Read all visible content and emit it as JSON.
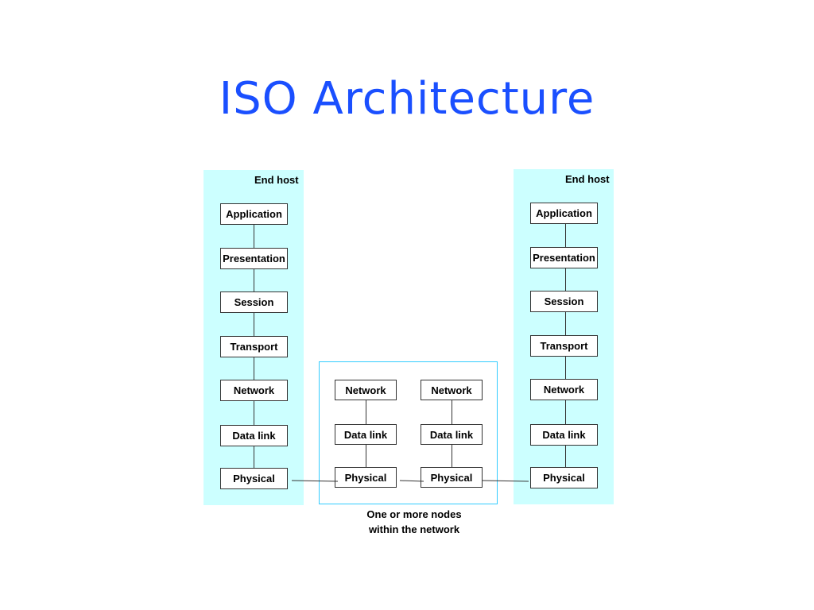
{
  "title": "ISO Architecture",
  "left_host": {
    "label": "End host",
    "layers": [
      "Application",
      "Presentation",
      "Session",
      "Transport",
      "Network",
      "Data link",
      "Physical"
    ]
  },
  "right_host": {
    "label": "End host",
    "layers": [
      "Application",
      "Presentation",
      "Session",
      "Transport",
      "Network",
      "Data link",
      "Physical"
    ]
  },
  "network_nodes": [
    {
      "layers": [
        "Network",
        "Data link",
        "Physical"
      ]
    },
    {
      "layers": [
        "Network",
        "Data link",
        "Physical"
      ]
    }
  ],
  "network_caption_line1": "One or more nodes",
  "network_caption_line2": "within the network",
  "colors": {
    "title": "#1a4fff",
    "host_panel": "#ccffff",
    "network_frame": "#33ccff"
  }
}
